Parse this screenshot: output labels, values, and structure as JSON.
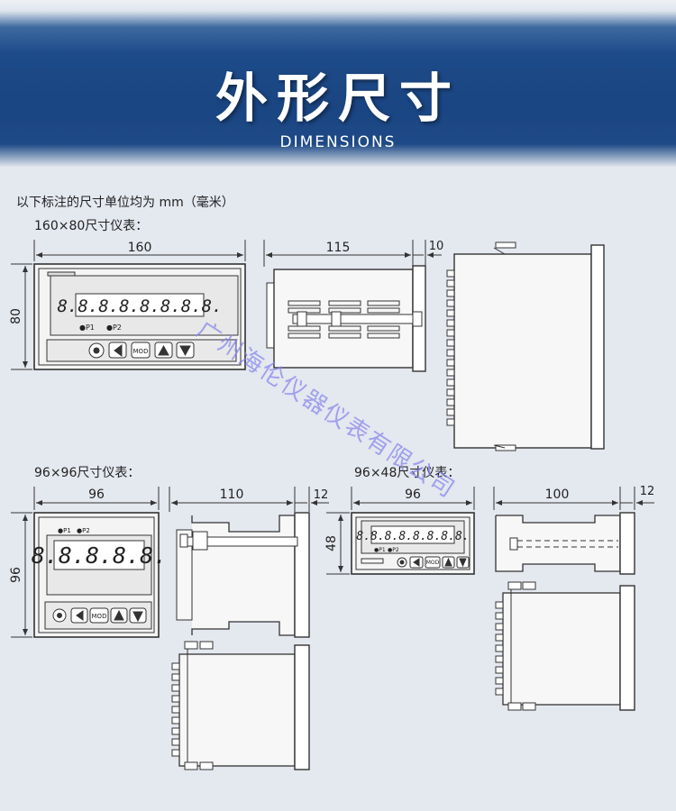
{
  "header": {
    "title": "外形尺寸",
    "subtitle": "DIMENSIONS"
  },
  "notes": {
    "unit_note": "以下标注的尺寸单位均为 mm（毫米）",
    "section_160x80": "160×80尺寸仪表：",
    "section_96x96": "96×96尺寸仪表：",
    "section_96x48": "96×48尺寸仪表："
  },
  "dimensions": {
    "d160_width": "160",
    "d160_height": "80",
    "d160_depth": "115",
    "d160_bezel": "10",
    "d96_width": "96",
    "d96_height": "96",
    "d96_depth": "110",
    "d96_bezel": "12",
    "d48_width": "96",
    "d48_height": "48",
    "d48_depth": "100",
    "d48_bezel": "12"
  },
  "meter_160": {
    "display": "8.8.8.8.8.8.8.8.",
    "indicator_p1": "●P1",
    "indicator_p2": "●P2",
    "mod_label": "MOD"
  },
  "meter_96": {
    "display": "8.8.8.8.8.",
    "indicator_p1": "●P1",
    "indicator_p2": "●P2",
    "mod_label": "MOD"
  },
  "meter_48": {
    "display": "8.8.8.8.8.8.8.8.",
    "indicator_p1": "●P1",
    "indicator_p2": "●P2",
    "mod_label": "MOD"
  },
  "watermark": "广州海伦仪器仪表有限公司",
  "colors": {
    "banner": "#1e4a86",
    "line": "#333333",
    "panel": "#f2f2f2",
    "watermark": "#8282eb"
  }
}
